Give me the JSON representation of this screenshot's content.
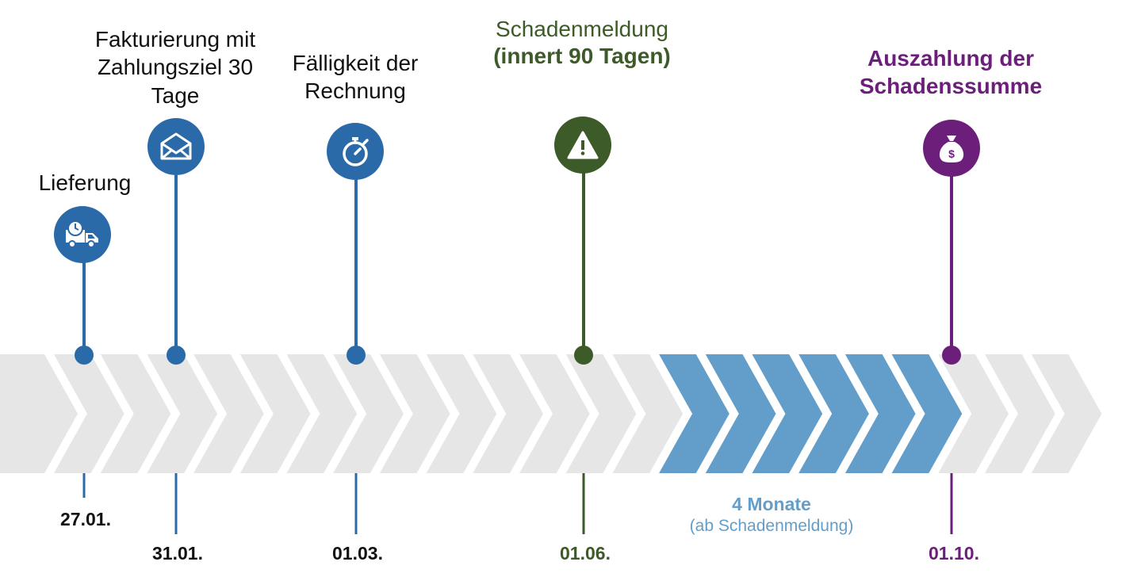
{
  "colors": {
    "blue": "#2a6aa8",
    "green": "#3d5a29",
    "purple": "#6b1f7b",
    "light_blue": "#629ec9",
    "gray": "#e6e6e6"
  },
  "events": [
    {
      "id": "lieferung",
      "lines": [
        "Lieferung"
      ],
      "date": "27.01.",
      "icon": "delivery-truck-icon"
    },
    {
      "id": "fakturierung",
      "lines": [
        "Fakturierung mit",
        "Zahlungsziel 30",
        "Tage"
      ],
      "date": "31.01.",
      "icon": "envelope-icon"
    },
    {
      "id": "faelligkeit",
      "lines": [
        "Fälligkeit der",
        "Rechnung"
      ],
      "date": "01.03.",
      "icon": "stopwatch-icon"
    },
    {
      "id": "schadenmeldung",
      "lines": [
        "Schadenmeldung"
      ],
      "sub": "(innert 90 Tagen)",
      "date": "01.06.",
      "icon": "warning-icon"
    },
    {
      "id": "auszahlung",
      "lines": [
        "Auszahlung der",
        "Schadenssumme"
      ],
      "date": "01.10.",
      "icon": "money-bag-icon"
    }
  ],
  "period": {
    "title": "4 Monate",
    "subtitle": "(ab Schadenmeldung)"
  }
}
